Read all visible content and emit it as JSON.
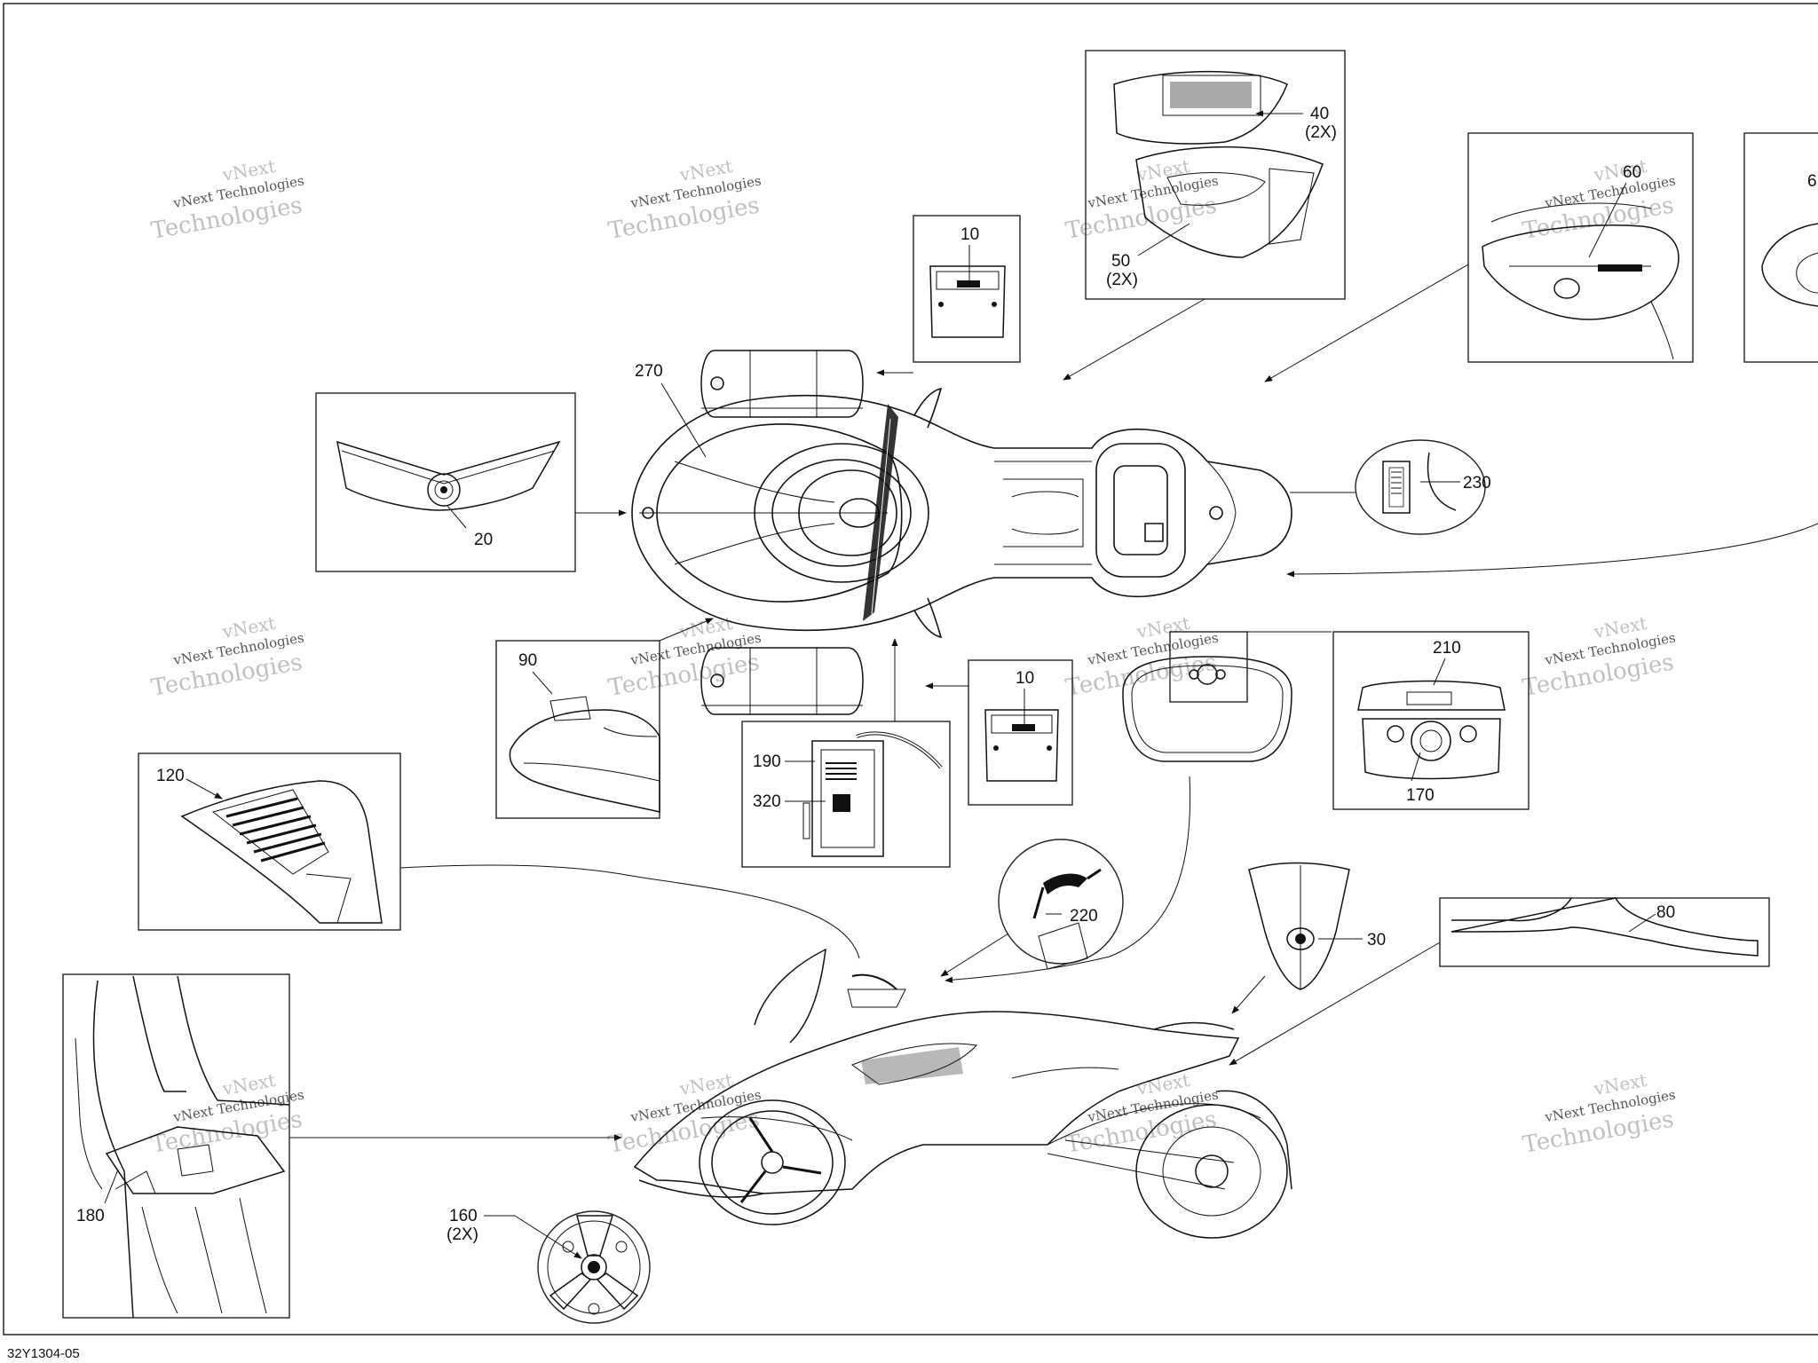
{
  "diagram": {
    "figure_code": "32Y1304-05",
    "watermark": {
      "line1": "vNext",
      "line2": "vNext Technologies",
      "line3": "Technologies"
    },
    "callouts": {
      "c10_top": "10",
      "c10_bottom": "10",
      "c20": "20",
      "c30": "30",
      "c40": "40",
      "c40_qty": "(2X)",
      "c50": "50",
      "c50_qty": "(2X)",
      "c60": "60",
      "c60_partial": "6",
      "c80": "80",
      "c90": "90",
      "c120": "120",
      "c160": "160",
      "c160_qty": "(2X)",
      "c170": "170",
      "c180": "180",
      "c190": "190",
      "c210": "210",
      "c220": "220",
      "c230": "230",
      "c270": "270",
      "c320": "320"
    }
  }
}
